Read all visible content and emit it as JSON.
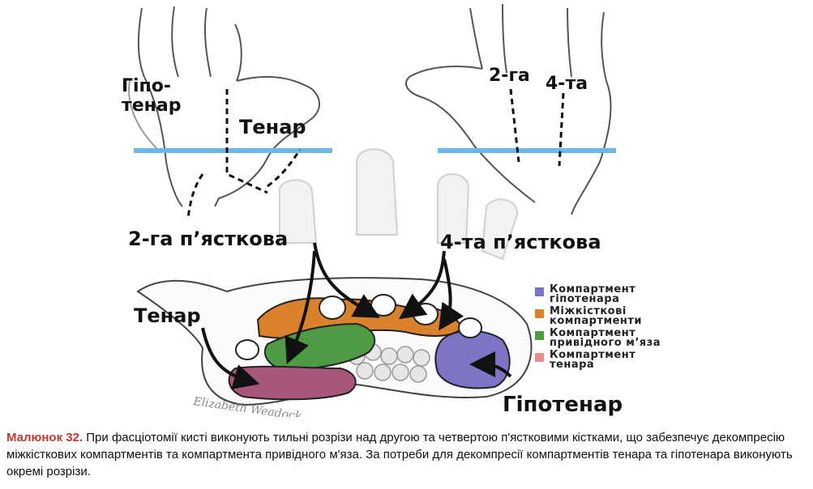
{
  "labels": {
    "hypothenar_top": "Гіпо-\nтенар",
    "thenar_top": "Тенар",
    "mc2_top": "2-га",
    "mc4_top": "4-та",
    "mc2": "2-га п’ясткова",
    "mc4": "4-та п’ясткова",
    "thenar": "Тенар",
    "hypothenar": "Гіпотенар"
  },
  "legend": [
    {
      "label": "Компартмент\nгіпотенара",
      "color": "#7c74c4"
    },
    {
      "label": "Міжкісткові\nкомпартменти",
      "color": "#d9822b"
    },
    {
      "label": "Компартмент\nпривідного м’яза",
      "color": "#4f9a45"
    },
    {
      "label": "Компартмент\nтенара",
      "color": "#e58c8c"
    }
  ],
  "signature": "Elizabeth Weadock",
  "caption": {
    "number": "Малюнок 32.",
    "text": " При фасціотомії кисті виконують тильні розрізи над другою та четвертою п'ястковими кістками, що забезпечує декомпресію міжкісткових компартментів та компартмента привідного м'яза. За потреби для декомпресії компартментів тенара та гіпотенара виконують окремі розрізи."
  }
}
